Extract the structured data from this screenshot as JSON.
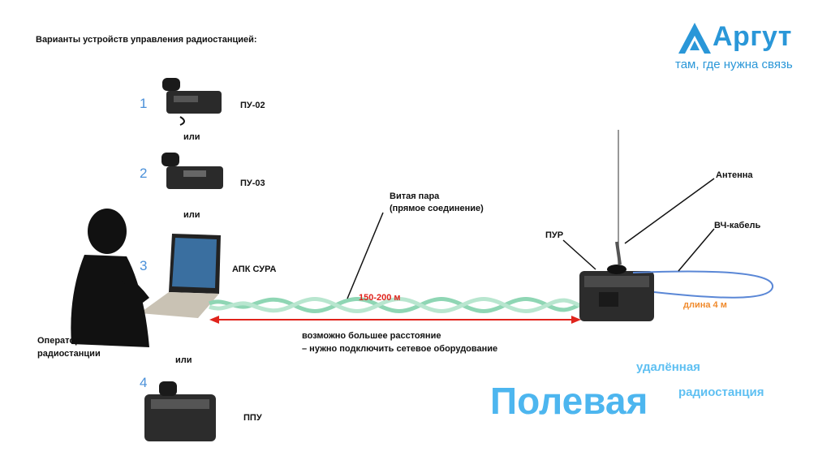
{
  "title": "Варианты устройств управления радиостанцией:",
  "logo": {
    "name": "Аргут",
    "slogan": "там, где нужна связь"
  },
  "devices": [
    {
      "number": "1",
      "label": "ПУ-02"
    },
    {
      "number": "2",
      "label": "ПУ-03"
    },
    {
      "number": "3",
      "label": "АПК СУРА"
    },
    {
      "number": "4",
      "label": "ППУ"
    }
  ],
  "or_labels": [
    "или",
    "или",
    "или"
  ],
  "operator": {
    "line1": "Оператор",
    "line2": "радиостанции"
  },
  "cable": {
    "line1": "Витая пара",
    "line2": "(прямое соединение)"
  },
  "distance": "150-200 м",
  "note": {
    "line1": "возможно большее расстояние",
    "line2": "– нужно подключить сетевое оборудование"
  },
  "station": {
    "pur": "ПУР",
    "antenna": "Антенна",
    "rf_cable": "ВЧ-кабель",
    "rf_length": "длина 4 м"
  },
  "field_title": "Полевая",
  "field_sub1": "удалённая",
  "field_sub2": "радиостанция",
  "colors": {
    "brand": "#2a97d8",
    "distance": "#e0231c",
    "cable": "#8fd6b4",
    "accent": "#f08a2c",
    "field": "#4db6ef"
  }
}
